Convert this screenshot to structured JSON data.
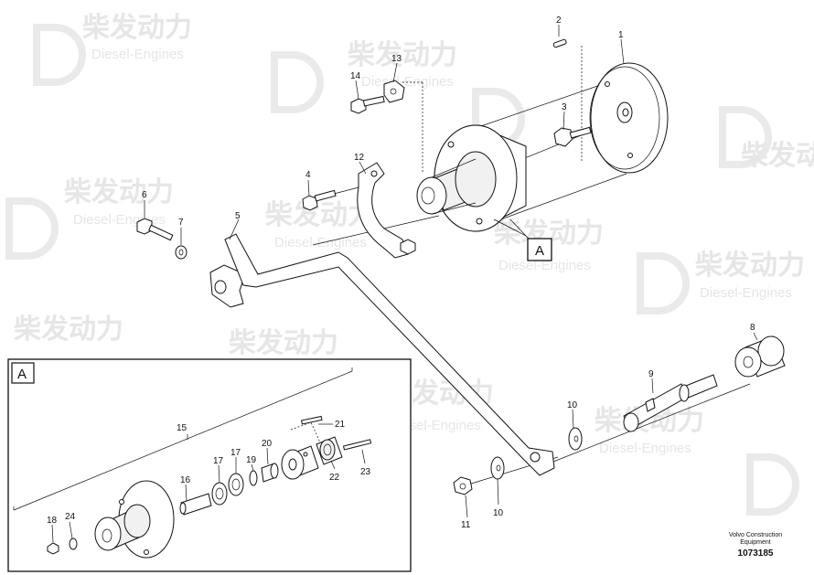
{
  "watermark": {
    "brand_cn": "柴发动力",
    "brand_en": "Diesel-Engines"
  },
  "callouts": {
    "c1": "1",
    "c2": "2",
    "c3": "3",
    "c4": "4",
    "c5": "5",
    "c6": "6",
    "c7": "7",
    "c8": "8",
    "c9": "9",
    "c10a": "10",
    "c10b": "10",
    "c11": "11",
    "c12": "12",
    "c13": "13",
    "c14": "14",
    "c15": "15",
    "c16": "16",
    "c17a": "17",
    "c17b": "17",
    "c18": "18",
    "c19": "19",
    "c20": "20",
    "c21": "21",
    "c22": "22",
    "c23": "23",
    "c24": "24"
  },
  "detail_label": "A",
  "detail_box_label": "A",
  "caption": {
    "line1": "Volvo Construction",
    "line2": "Equipment",
    "number": "1073185"
  }
}
